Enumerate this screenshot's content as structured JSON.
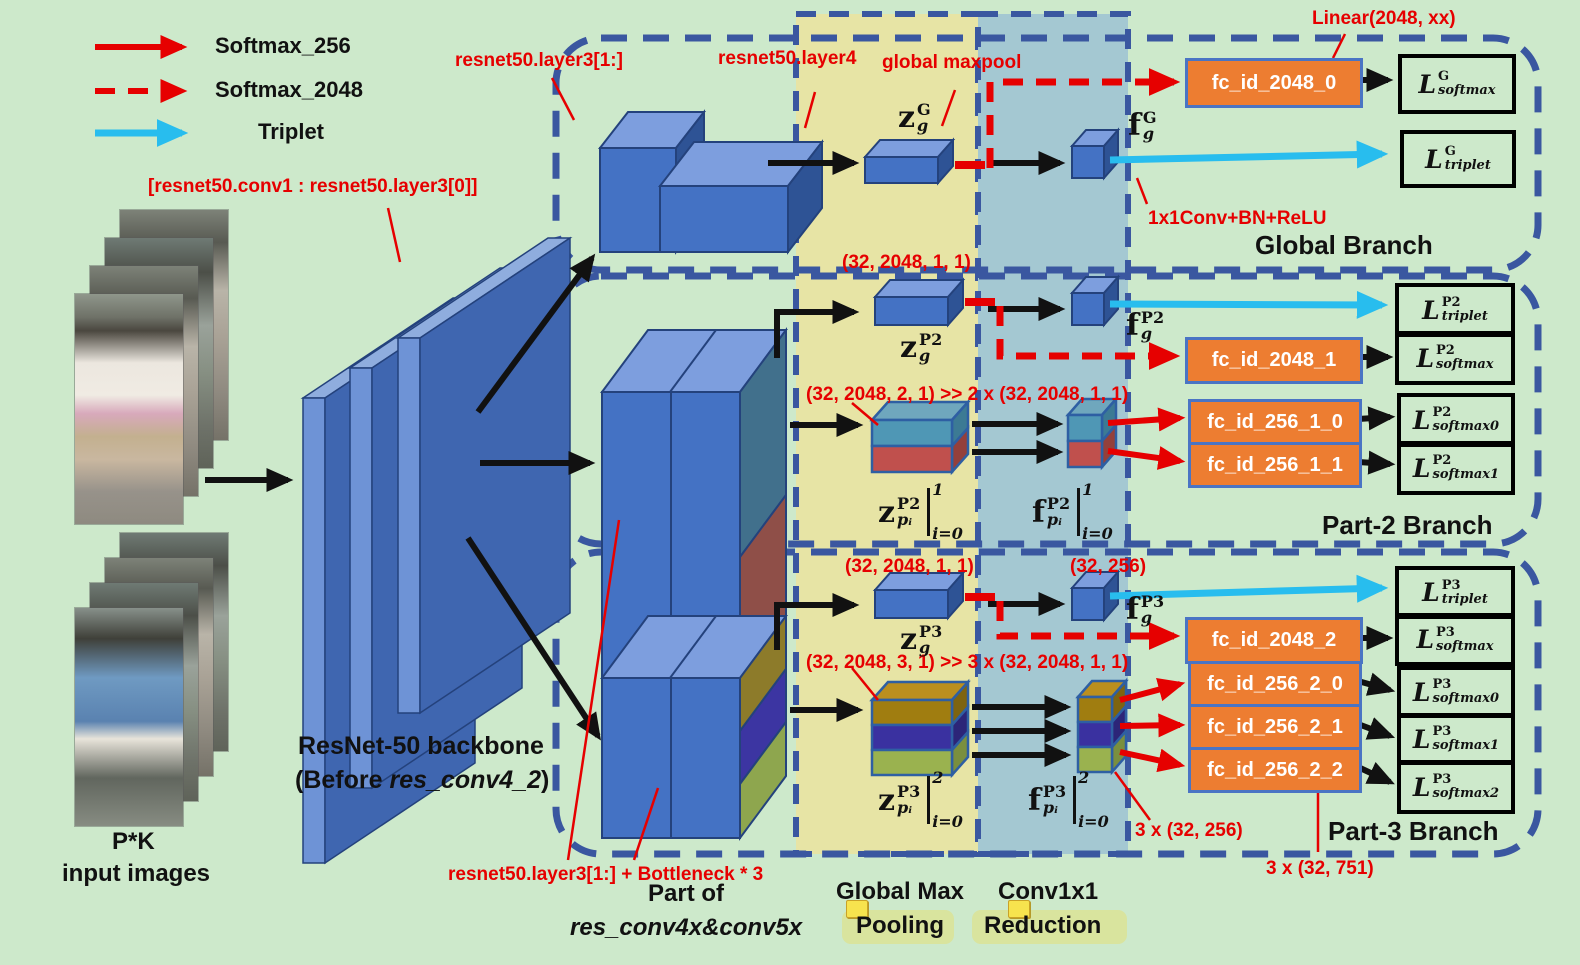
{
  "legend": {
    "items": [
      {
        "label": "Softmax_256",
        "style": "red-solid"
      },
      {
        "label": "Softmax_2048",
        "style": "red-dashed"
      },
      {
        "label": "Triplet",
        "style": "cyan-solid"
      }
    ]
  },
  "inputs": {
    "pk": "P*K",
    "label": "input images"
  },
  "backbone": {
    "title": "ResNet-50 backbone",
    "sub_pre": "(Before ",
    "sub_italic": "res_conv4_2",
    "sub_post": ")"
  },
  "footer": {
    "part_of": "Part of",
    "part_of_detail": "res_conv4x&conv5x"
  },
  "columns": {
    "gmp1": "Global Max",
    "gmp2": "Pooling",
    "conv1": "Conv1x1",
    "conv2": "Reduction"
  },
  "branches": {
    "global": "Global Branch",
    "part2": "Part-2 Branch",
    "part3": "Part-3 Branch"
  },
  "red_annotations": {
    "conv1_layer3": "[resnet50.conv1 : resnet50.layer3[0]]",
    "layer3_top": "resnet50.layer3[1:]",
    "layer4": "resnet50.layer4",
    "global_maxpool": "global maxpool",
    "linear": "Linear(2048, xx)",
    "conv_bn_relu": "1x1Conv+BN+ReLU",
    "p2_g_shape": "(32, 2048, 1, 1)",
    "p2_split": "(32, 2048, 2, 1) >> 2 x (32, 2048, 1, 1)",
    "p3_g_shape": "(32, 2048, 1, 1)",
    "p3_f_small": "(32, 256)",
    "p3_split": "(32, 2048, 3, 1) >> 3 x (32, 2048, 1, 1)",
    "p3_f_shape": "3 x (32, 256)",
    "p3_fc_shape": "3 x (32, 751)",
    "bottleneck": "resnet50.layer3[1:] + Bottleneck * 3"
  },
  "fc": {
    "labels": [
      "fc_id_2048_0",
      "fc_id_2048_1",
      "fc_id_256_1_0",
      "fc_id_256_1_1",
      "fc_id_2048_2",
      "fc_id_256_2_0",
      "fc_id_256_2_1",
      "fc_id_256_2_2"
    ]
  },
  "losses": [
    {
      "base": "L",
      "sup": "G",
      "sub": "softmax"
    },
    {
      "base": "L",
      "sup": "G",
      "sub": "triplet"
    },
    {
      "base": "L",
      "sup": "P2",
      "sub": "triplet"
    },
    {
      "base": "L",
      "sup": "P2",
      "sub": "softmax"
    },
    {
      "base": "L",
      "sup": "P2",
      "sub": "softmax0"
    },
    {
      "base": "L",
      "sup": "P2",
      "sub": "softmax1"
    },
    {
      "base": "L",
      "sup": "P3",
      "sub": "triplet"
    },
    {
      "base": "L",
      "sup": "P3",
      "sub": "softmax"
    },
    {
      "base": "L",
      "sup": "P3",
      "sub": "softmax0"
    },
    {
      "base": "L",
      "sup": "P3",
      "sub": "softmax1"
    },
    {
      "base": "L",
      "sup": "P3",
      "sub": "softmax2"
    }
  ],
  "math": {
    "zg_g": {
      "base": "z",
      "sup": "G",
      "sub": "g"
    },
    "fg_g": {
      "base": "f",
      "sup": "G",
      "sub": "g"
    },
    "zg_p2": {
      "base": "z",
      "sup": "P2",
      "sub": "g"
    },
    "fg_p2": {
      "base": "f",
      "sup": "P2",
      "sub": "g"
    },
    "zp_p2": {
      "base": "z",
      "sup": "P2",
      "sub": "pᵢ",
      "bar_sup": "1",
      "bar_sub": "i=0"
    },
    "fp_p2": {
      "base": "f",
      "sup": "P2",
      "sub": "pᵢ",
      "bar_sup": "1",
      "bar_sub": "i=0"
    },
    "zg_p3": {
      "base": "z",
      "sup": "P3",
      "sub": "g"
    },
    "fg_p3": {
      "base": "f",
      "sup": "P3",
      "sub": "g"
    },
    "zp_p3": {
      "base": "z",
      "sup": "P3",
      "sub": "pᵢ",
      "bar_sup": "2",
      "bar_sub": "i=0"
    },
    "fp_p3": {
      "base": "f",
      "sup": "P3",
      "sub": "pᵢ",
      "bar_sup": "2",
      "bar_sub": "i=0"
    }
  },
  "colors": {
    "background": "#cde9cb",
    "accent_red": "#e60000",
    "accent_cyan": "#28bdee",
    "outline_blue": "#3a57a0",
    "box_blue": "#4472c4",
    "fc_orange": "#ed7d31",
    "gmp_yellow": "#e7e4a5",
    "reduction_blue": "#a4c8d2"
  }
}
